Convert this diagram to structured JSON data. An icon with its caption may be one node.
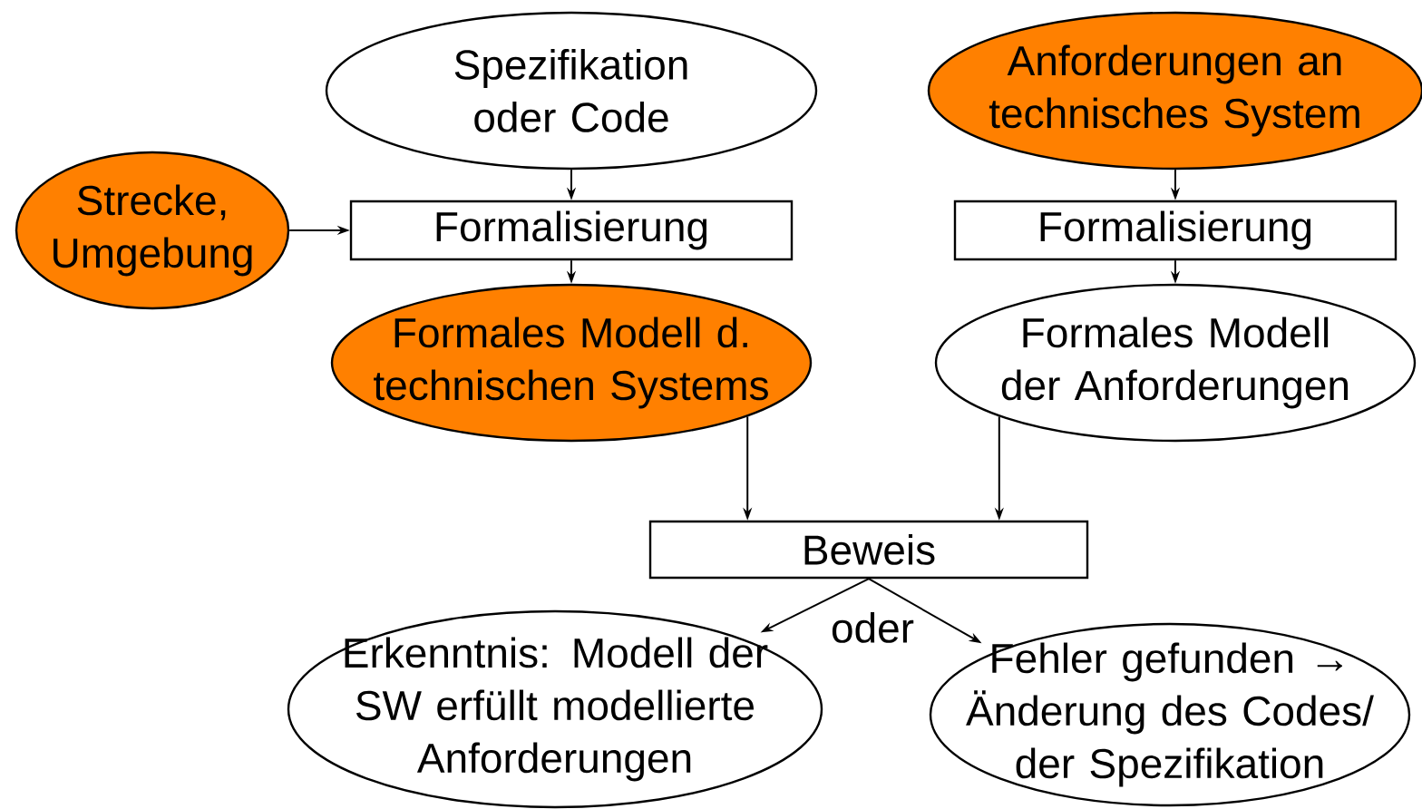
{
  "diagram": {
    "nodes": [
      {
        "text": [
          "Spezifikation oder Code"
        ]
      },
      {
        "text": [
          "Anforderungen an technisches System"
        ]
      },
      {
        "text": [
          "Strecke, Umgebung"
        ]
      },
      {
        "text": [
          "Formalisierung"
        ]
      },
      {
        "text": [
          "Formalisierung"
        ]
      },
      {
        "text": [
          "Formales Modell d. technischen Systems"
        ]
      },
      {
        "text": [
          "Formales Modell der Anforderungen"
        ]
      },
      {
        "text": [
          "Beweis"
        ]
      },
      {
        "text": [
          "Erkenntnis: Modell der SW erfüllt modellierte Anforderungen"
        ]
      },
      {
        "text": [
          "Fehler gefunden → Änderung des Codes/ der Spezifikation"
        ]
      }
    ],
    "edges": [
      {
        "from": 0,
        "to": 3,
        "arrow": "to"
      },
      {
        "from": 2,
        "to": 3,
        "arrow": "to"
      },
      {
        "from": 3,
        "to": 5,
        "arrow": "to"
      },
      {
        "from": 1,
        "to": 4,
        "arrow": "to"
      },
      {
        "from": 4,
        "to": 6,
        "arrow": "to"
      },
      {
        "from": 5,
        "to": 7,
        "arrow": "to"
      },
      {
        "from": 6,
        "to": 7,
        "arrow": "to"
      },
      {
        "from": 7,
        "to": 8,
        "arrow": "to"
      },
      {
        "from": 7,
        "to": 9,
        "arrow": "to"
      }
    ],
    "labels": [
      "oder"
    ]
  }
}
